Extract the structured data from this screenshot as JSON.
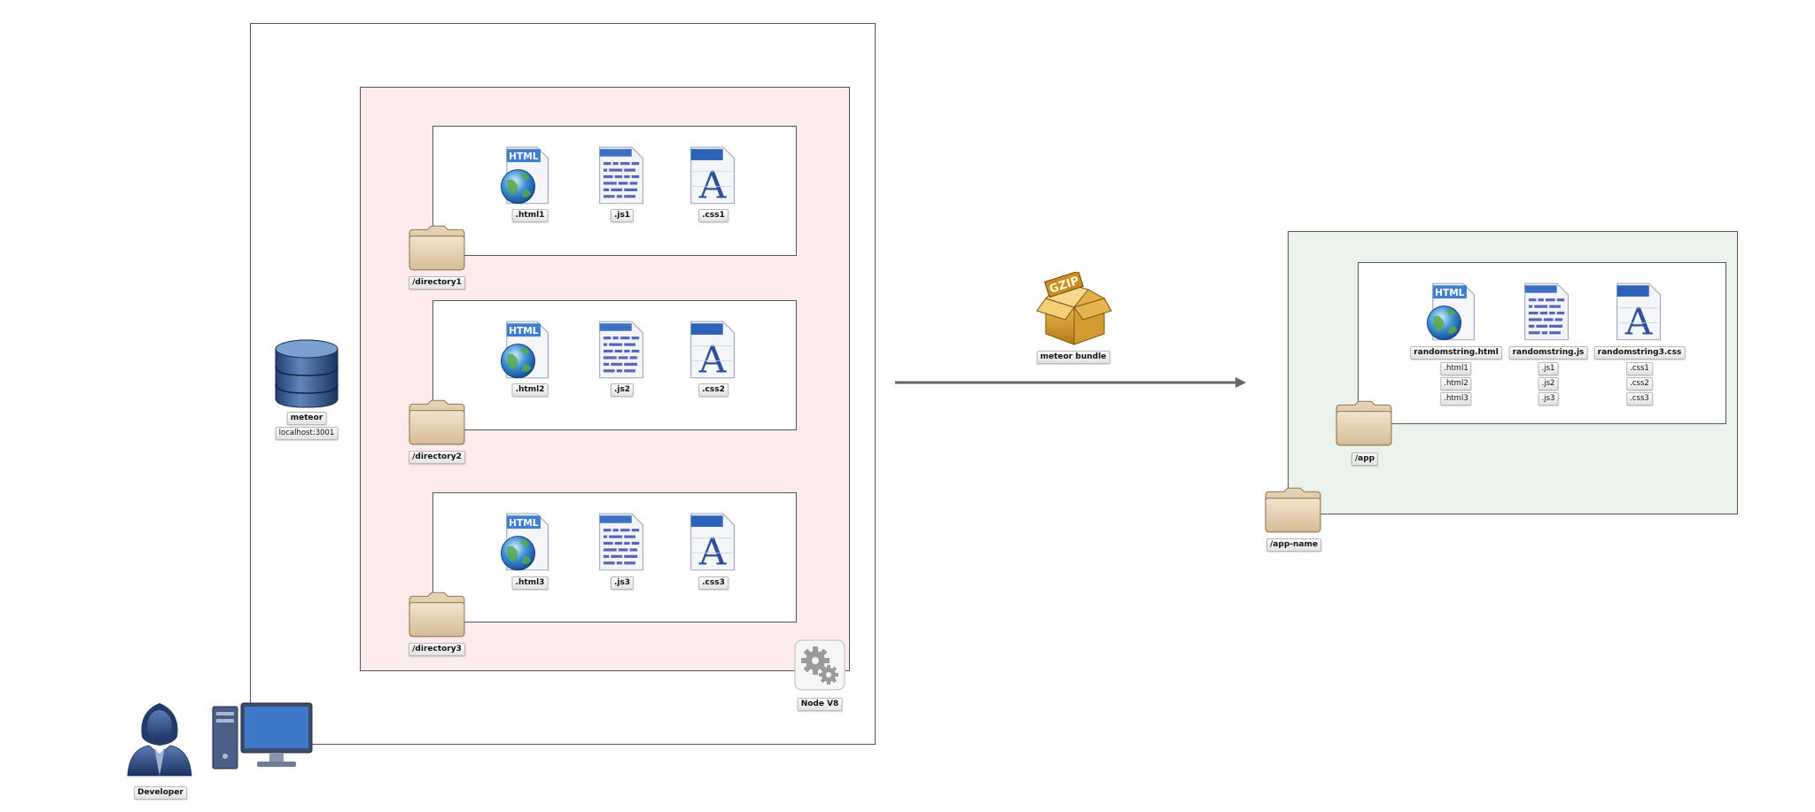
{
  "source_env": {
    "database": {
      "name": "meteor",
      "address": "localhost:3001"
    },
    "directories": [
      {
        "name": "/directory1",
        "files": [
          ".html1",
          ".js1",
          ".css1"
        ]
      },
      {
        "name": "/directory2",
        "files": [
          ".html2",
          ".js2",
          ".css2"
        ]
      },
      {
        "name": "/directory3",
        "files": [
          ".html3",
          ".js3",
          ".css3"
        ]
      }
    ],
    "runtime": "Node V8",
    "developer": "Developer"
  },
  "bundle": {
    "label": "meteor bundle",
    "box_text": "GZIP"
  },
  "target_env": {
    "outer_folder": "/app-name",
    "inner_folder": "/app",
    "files": [
      {
        "name": "randomstring.html",
        "sources": [
          ".html1",
          ".html2",
          ".html3"
        ]
      },
      {
        "name": "randomstring.js",
        "sources": [
          ".js1",
          ".js2",
          ".js3"
        ]
      },
      {
        "name": "randomstring3.css",
        "sources": [
          ".css1",
          ".css2",
          ".css3"
        ]
      }
    ]
  },
  "colors": {
    "pink_panel": "#fdeceb",
    "green_panel": "#ecf2ec",
    "border": "#555555"
  }
}
